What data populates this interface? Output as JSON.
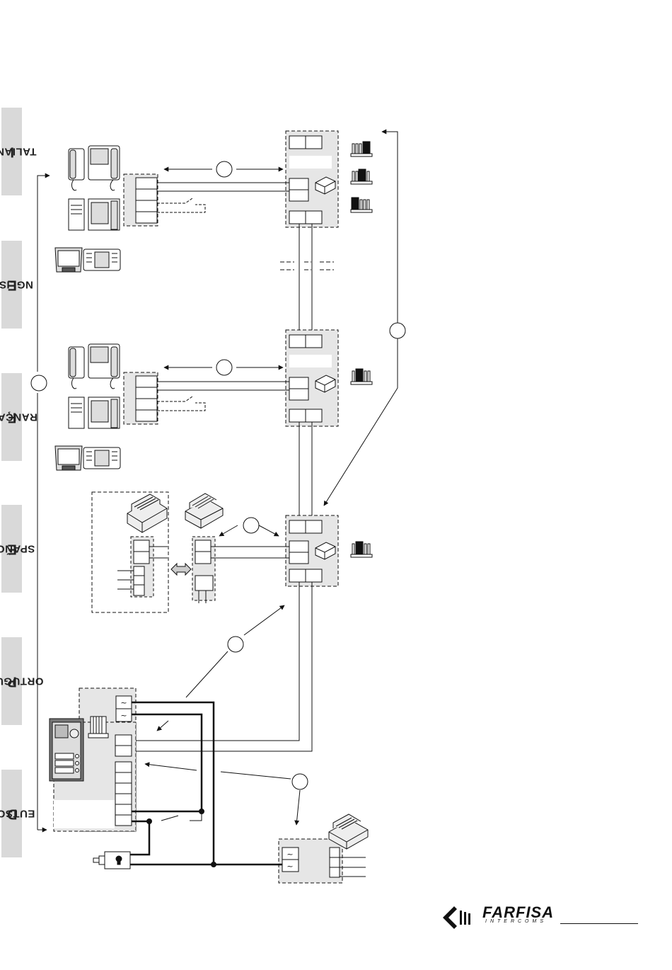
{
  "sidebar": {
    "languages": [
      {
        "first": "I",
        "rest": "TALIANO"
      },
      {
        "first": "E",
        "rest": "NGLISH"
      },
      {
        "first": "F",
        "rest": "RANÇAIS"
      },
      {
        "first": "E",
        "rest": "SPAÑOL"
      },
      {
        "first": "P",
        "rest": "ORTUGUÊS"
      },
      {
        "first": "D",
        "rest": "EUTSCH"
      }
    ]
  },
  "logo": {
    "brand": "FARFISA",
    "subtitle": "INTERCOMS"
  },
  "colors": {
    "panel_fill": "#e6e6e6",
    "tab_fill": "#d9d9d9",
    "line": "#111111"
  }
}
